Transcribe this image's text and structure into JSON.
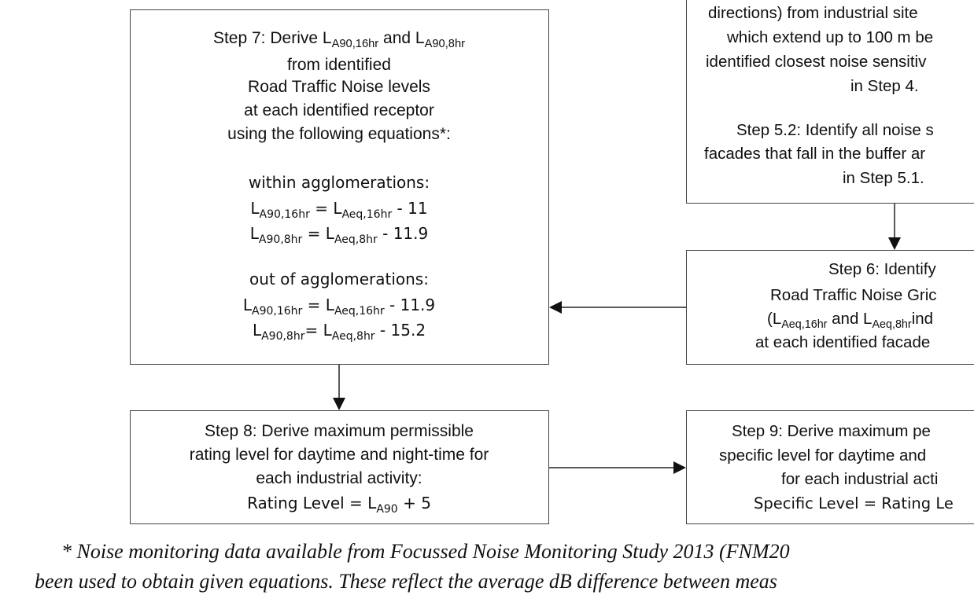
{
  "step7": {
    "l1": {
      "a": "Step 7: Derive L",
      "s1": "A90,16hr",
      "b": " and L",
      "s2": "A90,8hr"
    },
    "l2": "from identified",
    "l3": "Road Traffic Noise levels",
    "l4": "at each identified receptor",
    "l5": "using the following equations*:",
    "within_heading": "within agglomerations:",
    "within_eq1": {
      "a": "L",
      "s1": "A90,16hr",
      "b": " = L",
      "s2": "Aeq,16hr",
      "c": " - 11"
    },
    "within_eq2": {
      "a": "L",
      "s1": "A90,8hr",
      "b": " = L",
      "s2": "Aeq,8hr",
      "c": " - 11.9"
    },
    "out_heading": "out of agglomerations:",
    "out_eq1": {
      "a": "L",
      "s1": "A90,16hr",
      "b": " = L",
      "s2": "Aeq,16hr",
      "c": " - 11.9"
    },
    "out_eq2": {
      "a": "L",
      "s1": "A90,8hr",
      "b": "= L",
      "s2": "Aeq,8hr",
      "c": " - 15.2"
    }
  },
  "step5": {
    "lines": [
      "directions) from industrial site",
      "which extend up to 100 m be",
      "identified closest noise sensitiv",
      "in Step 4.",
      "Step 5.2: Identify all noise s",
      "facades that fall in the buffer ar",
      "in Step 5.1."
    ]
  },
  "step6": {
    "l1": "Step 6: Identify",
    "l2": "Road Traffic Noise Gric",
    "l3": {
      "a": "(L",
      "s1": "Aeq,16hr",
      "b": " and L",
      "s2": "Aeq,8hr",
      "c": "ind"
    },
    "l4": "at each identified facade"
  },
  "step8": {
    "l1": "Step 8: Derive maximum permissible",
    "l2": "rating level for daytime and night-time for",
    "l3": "each industrial activity:",
    "l4": {
      "a": "Rating Level = L",
      "s1": "A90",
      "b": " + 5"
    }
  },
  "step9": {
    "lines": [
      "Step 9: Derive maximum pe",
      "specific level for daytime and",
      "for each industrial acti",
      "Specific Level = Rating Le"
    ]
  },
  "footnote": {
    "line1": "* Noise monitoring data available from Focussed Noise Monitoring Study 2013 (FNM20",
    "line2": "been used to obtain given equations. These reflect the average dB difference between meas"
  },
  "colors": {
    "border": "#444444",
    "text": "#111111"
  }
}
